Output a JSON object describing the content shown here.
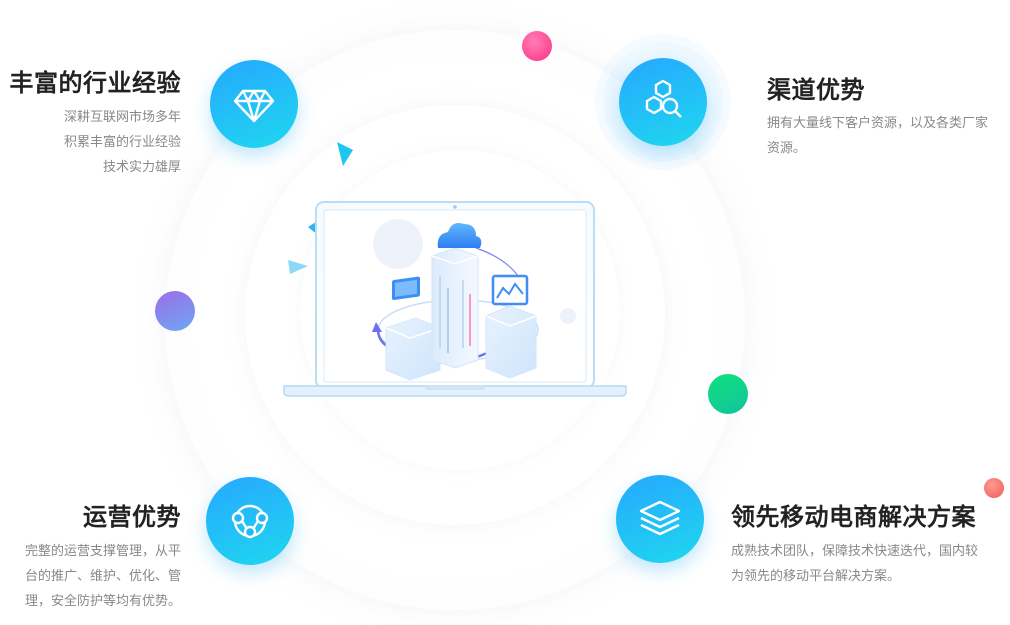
{
  "features": {
    "top_left": {
      "title": "丰富的行业经验",
      "lines": [
        "深耕互联网市场多年",
        "积累丰富的行业经验",
        "技术实力雄厚"
      ],
      "icon": "diamond-icon"
    },
    "top_right": {
      "title": "渠道优势",
      "lines": [
        "拥有大量线下客户资源，以及各类厂家",
        "资源。"
      ],
      "icon": "hexagon-search-icon"
    },
    "bottom_left": {
      "title": "运营优势",
      "lines": [
        "完整的运营支撑管理，从平",
        "台的推广、维护、优化、管",
        "理，安全防护等均有优势。"
      ],
      "icon": "network-nodes-icon"
    },
    "bottom_right": {
      "title": "领先移动电商解决方案",
      "lines": [
        "成熟技术团队，保障技术快速迭代，国内较",
        "为领先的移动平台解决方案。"
      ],
      "icon": "layers-icon"
    }
  },
  "center_illustration": "laptop-cloud-servers",
  "colors": {
    "accent_start": "#26a8ff",
    "accent_end": "#1fd7ee",
    "title": "#222222",
    "text": "#888888",
    "dot_pink": "#ff3d8b",
    "dot_purple": "#8f70e6",
    "dot_green": "#1bd98a",
    "dot_coral": "#f26b6b"
  }
}
